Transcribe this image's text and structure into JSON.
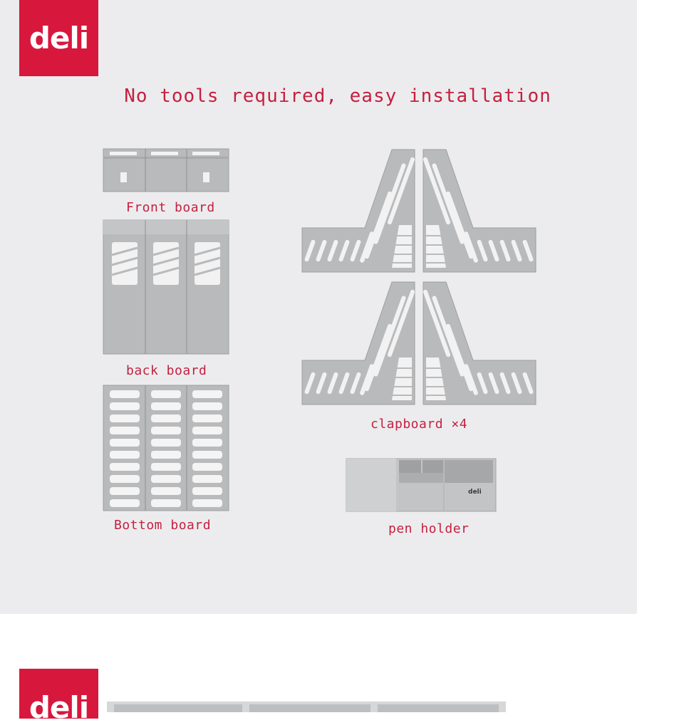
{
  "brand": {
    "logo_text": "deli",
    "color": "#d8173d"
  },
  "headline": "No tools required, easy installation",
  "parts": [
    {
      "label": "Front board"
    },
    {
      "label": "back board"
    },
    {
      "label": "Bottom board"
    },
    {
      "label": "clapboard ×4"
    },
    {
      "label": "pen holder",
      "brand_mark": "deli"
    }
  ],
  "colors": {
    "panel_bg": "#ececee",
    "text_accent": "#c5203f",
    "part_gray": "#b9babc"
  }
}
